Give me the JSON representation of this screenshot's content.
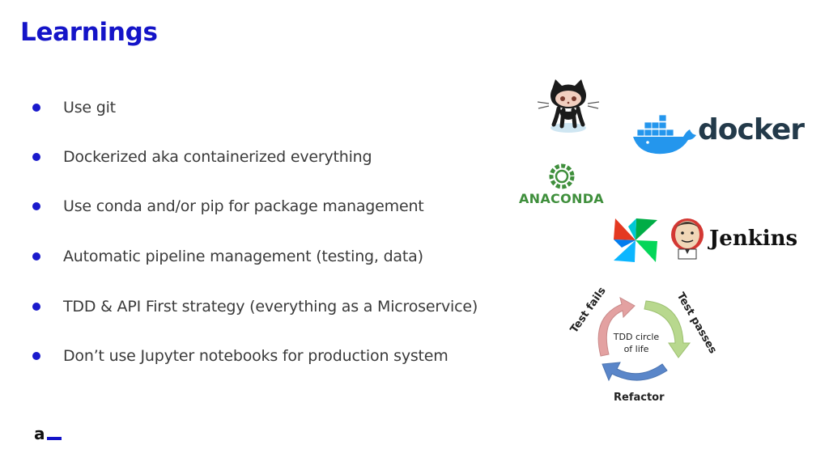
{
  "slide": {
    "title": "Learnings",
    "bullets": [
      "Use git",
      "Dockerized aka containerized everything",
      "Use conda and/or pip for package management",
      "Automatic pipeline management (testing, data)",
      "TDD & API First strategy (everything as a Microservice)",
      "Don’t use Jupyter notebooks for production system"
    ]
  },
  "logos": {
    "github": {
      "icon": "github-octocat-icon"
    },
    "docker": {
      "icon": "docker-whale-icon",
      "wordmark": "docker"
    },
    "anaconda": {
      "icon": "anaconda-ring-icon",
      "wordmark": "ANACONDA"
    },
    "airflow": {
      "icon": "airflow-pinwheel-icon"
    },
    "jenkins": {
      "icon": "jenkins-butler-icon",
      "wordmark": "Jenkins"
    }
  },
  "tdd_cycle": {
    "center_line1": "TDD circle",
    "center_line2": "of life",
    "test_fails": "Test fails",
    "test_passes": "Test passes",
    "refactor": "Refactor"
  },
  "brand": {
    "icon": "a-underscore-logo"
  },
  "colors": {
    "title": "#1414c8",
    "bullet": "#1a1acc",
    "text": "#3a3a3a",
    "docker_blue": "#2496ed",
    "anaconda_green": "#3f8f3c",
    "tdd_red": "#e3a1a1",
    "tdd_green": "#b8d88e",
    "tdd_blue": "#5a86c9"
  }
}
